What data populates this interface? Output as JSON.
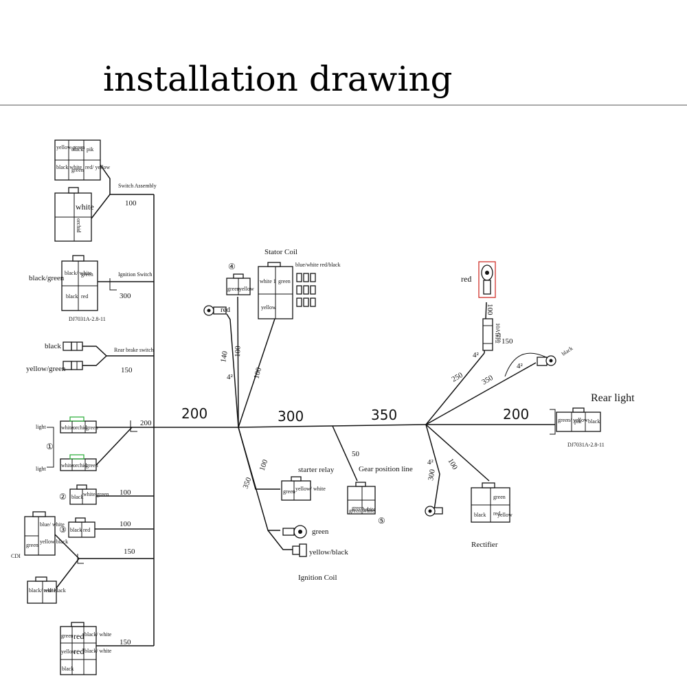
{
  "title": "installation drawing",
  "labels": {
    "switch_assembly": "Switch Assembly",
    "ignition_switch": "Ignition Switch",
    "rear_brake_switch": "Rear brake switch",
    "stator_coil": "Stator Coil",
    "starter_relay": "starter relay",
    "gear_position_line": "Gear position line",
    "ignition_coil": "Ignition Coil",
    "rectifier": "Rectifier",
    "rear_light": "Rear  light",
    "cdi": "CDI",
    "light_top": "light",
    "light_bottom": "light",
    "dj_part_left": "DJ7031A-2.8-11",
    "dj_part_right": "DJ7031A-2.8-11"
  },
  "wires": {
    "black_green": "black/green",
    "black": "black",
    "yellow_green": "yellow/green",
    "red": "red",
    "green": "green",
    "yellow_black": "yellow/black",
    "blue_white_red_black": "blue/white red/black",
    "black_right": "black"
  },
  "pins": {
    "sw1": [
      "yellow green",
      "black",
      "pik",
      "black white",
      "green",
      "red/ yellow"
    ],
    "sw2": [
      "white",
      "orchid"
    ],
    "ign": [
      "black/ white",
      "green",
      "black",
      "red"
    ],
    "light1": [
      "white",
      "orchid",
      "green"
    ],
    "light2": [
      "white",
      "orchid",
      "green"
    ],
    "c2": [
      "black",
      "white green"
    ],
    "c3": [
      "black",
      "red"
    ],
    "cdi1": [
      "blue/ white",
      "green",
      "yellow black"
    ],
    "cdi2": [
      "black/ white",
      "red/ black"
    ],
    "bottom": [
      "green",
      "red",
      "black/ white",
      "yellow",
      "red",
      "black/ white",
      "black"
    ],
    "stator_small": [
      "green",
      "yellow"
    ],
    "stator_main": [
      "white 1",
      "green",
      "yellow"
    ],
    "relay": [
      "green",
      "yellow/ white"
    ],
    "gear": [
      "green",
      "green white",
      "white"
    ],
    "rectifier": [
      "green",
      "black",
      "red",
      "yellow"
    ],
    "rearlight": [
      "green/ yellow",
      "pik",
      "black"
    ]
  },
  "lengths": {
    "l100_sw": "100",
    "l300_ign": "300",
    "l150_brake": "150",
    "l200_light": "200",
    "l100_c2": "100",
    "l100_c3": "100",
    "l150_cdi": "150",
    "l150_bottom": "150",
    "main_200_left": "200",
    "main_300": "300",
    "main_350": "350",
    "main_200_right": "200",
    "l140": "140",
    "l4sq_a": "4²",
    "l100_a": "100",
    "l100_b": "100",
    "l100_relay": "100",
    "l350_coil": "350",
    "l50_gear": "50",
    "l250": "250",
    "l4sq_b": "4²",
    "l350_black": "350",
    "l4sq_c": "4²",
    "l100_red": "100",
    "l150_fuse": "150",
    "fuse": "10A保险",
    "l4sq_d": "4²",
    "l300_ring": "300",
    "l100_rect": "100"
  },
  "markers": [
    "①",
    "②",
    "③",
    "④",
    "⑤"
  ],
  "colors": {
    "ink": "#111111",
    "highlight_red": "#d0302a",
    "highlight_green": "#33b040"
  }
}
